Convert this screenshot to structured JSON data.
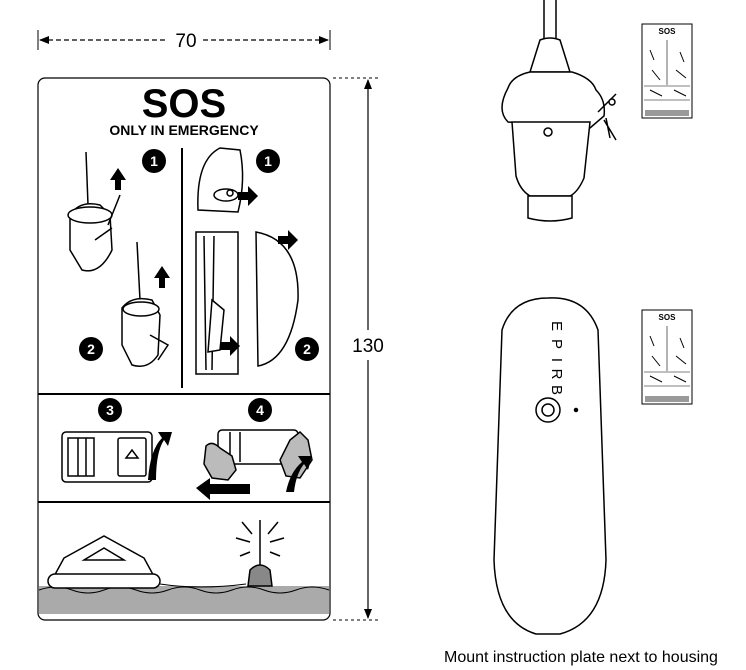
{
  "dimensions": {
    "width_label": "70",
    "height_label": "130"
  },
  "plate": {
    "title": "SOS",
    "subtitle": "ONLY IN EMERGENCY",
    "steps": [
      "1",
      "1",
      "2",
      "2",
      "3",
      "4"
    ]
  },
  "beacon_top_view": {
    "mini_plate_title": "SOS"
  },
  "beacon_front_view": {
    "label_letters": [
      "E",
      "P",
      "I",
      "R",
      "B"
    ],
    "mini_plate_title": "SOS"
  },
  "caption": "Mount instruction plate next to housing"
}
